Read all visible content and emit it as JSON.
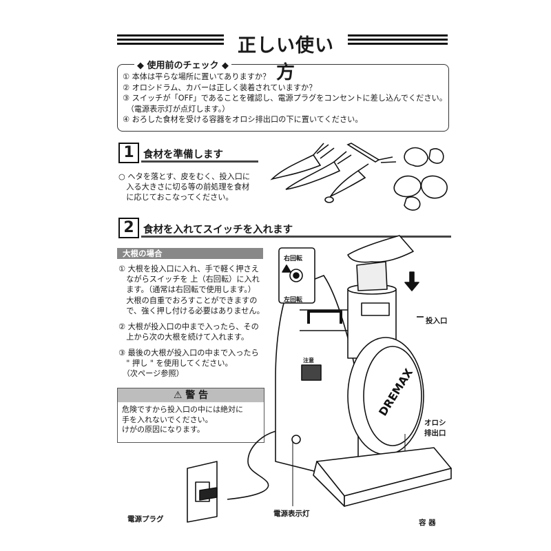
{
  "title": "正しい使い方",
  "precheck": {
    "heading": "◆ 使用前のチェック ◆",
    "items": [
      "① 本体は平らな場所に置いてありますか？",
      "② オロシドラム、カバーは正しく装着されていますか？",
      "③ スイッチが「OFF」であることを確認し、電源プラグをコンセントに差し込んでください。",
      "　（電源表示灯が点灯します。）",
      "④ おろした食材を受ける容器をオロシ排出口の下に置いてください。"
    ]
  },
  "step1": {
    "number": "1",
    "title": "食材を準備します",
    "text": [
      "○ ヘタを落とす、皮をむく、投入口に",
      "　入る大きさに切る等の前処理を食材",
      "　に応じておこなってください。"
    ]
  },
  "step2": {
    "number": "2",
    "title": "食材を入れてスイッチを入れます",
    "section": "大根の場合",
    "item1": [
      "① 大根を投入口に入れ、手で軽く押さえ",
      "　ながらスイッチを 上（右回転）に入れ",
      "　ます。（通常は右回転で使用します。）",
      "　大根の自重でおろすことができますの",
      "　で、強く押し付ける必要はありません。"
    ],
    "item2": [
      "② 大根が投入口の中まで入ったら、その",
      "　上から次の大根を続けて入れます。"
    ],
    "item3": [
      "③ 最後の大根が投入口の中まで入ったら",
      "　\" 押し \" を使用してください。",
      "　（次ページ参照）"
    ]
  },
  "warning": {
    "heading": "⚠ 警 告",
    "text": [
      "危険ですから投入口の中には絶対に",
      "手を入れないでください。",
      "けがの原因になります。"
    ]
  },
  "labels": {
    "right_rotation": "右回転",
    "left_rotation": "左回転",
    "inlet": "投入口",
    "outlet_line1": "オロシ",
    "outlet_line2": "排出口",
    "power_plug": "電源プラグ",
    "power_lamp": "電源表示灯",
    "container": "容 器",
    "brand": "DREMAX",
    "caution": "注意"
  }
}
